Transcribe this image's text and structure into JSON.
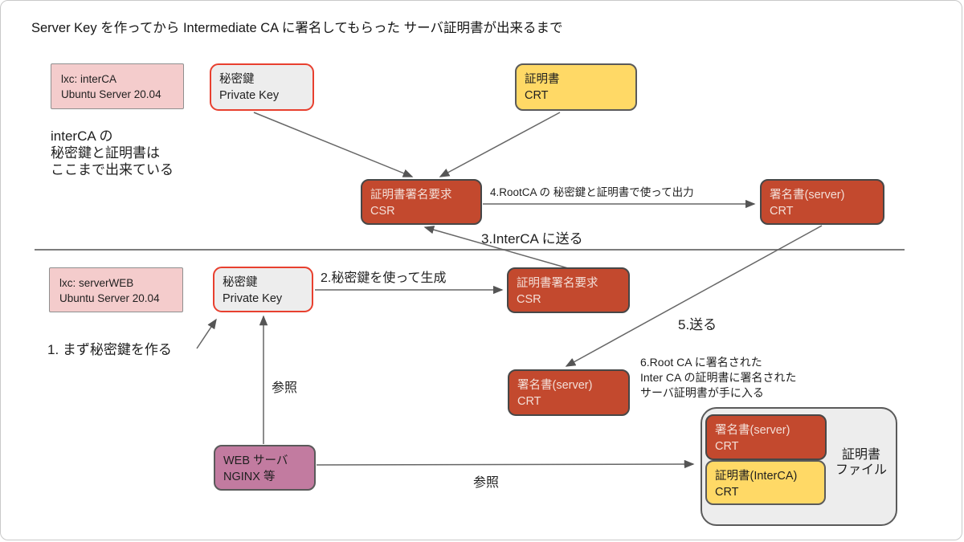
{
  "title": "Server Key を作ってから Intermediate CA に署名してもらった サーバ証明書が出来るまで",
  "colors": {
    "box_red": "#c3492e",
    "box_yellow": "#ffd966",
    "box_pink": "#f4cccc",
    "box_purple": "#c27ba0",
    "box_gray": "#ededed",
    "key_border_red": "#e8402f",
    "arrow_gray": "#666666"
  },
  "upper": {
    "host": {
      "line1": "lxc: interCA",
      "line2": "Ubuntu Server 20.04"
    },
    "note": "interCA の\n秘密鍵と証明書は\nここまで出来ている",
    "private_key": {
      "line1": "秘密鍵",
      "line2": "Private Key"
    },
    "crt": {
      "line1": "証明書",
      "line2": "CRT"
    },
    "csr": {
      "line1": "証明書署名要求",
      "line2": "CSR"
    },
    "signed_crt": {
      "line1": "署名書(server)",
      "line2": "CRT"
    },
    "arrow4_label": "4.RootCA の 秘密鍵と証明書で使って出力",
    "arrow3_label": "3.InterCA に送る"
  },
  "lower": {
    "host": {
      "line1": "lxc: serverWEB",
      "line2": "Ubuntu Server 20.04"
    },
    "step1_label": "1. まず秘密鍵を作る",
    "private_key": {
      "line1": "秘密鍵",
      "line2": "Private Key"
    },
    "step2_label": "2.秘密鍵を使って生成",
    "csr": {
      "line1": "証明書署名要求",
      "line2": "CSR"
    },
    "step5_label": "5.送る",
    "signed_crt": {
      "line1": "署名書(server)",
      "line2": "CRT"
    },
    "step6_note": "6.Root CA に署名された\nInter CA の証明書に署名された\nサーバ証明書が手に入る",
    "web_server": {
      "line1": "WEB サーバ",
      "line2": "NGINX 等"
    },
    "ref_vertical_label": "参照",
    "ref_horizontal_label": "参照",
    "cert_file": {
      "signed_crt": {
        "line1": "署名書(server)",
        "line2": "CRT"
      },
      "interca_crt": {
        "line1": "証明書(InterCA)",
        "line2": "CRT"
      },
      "label": "証明書\nファイル"
    }
  }
}
